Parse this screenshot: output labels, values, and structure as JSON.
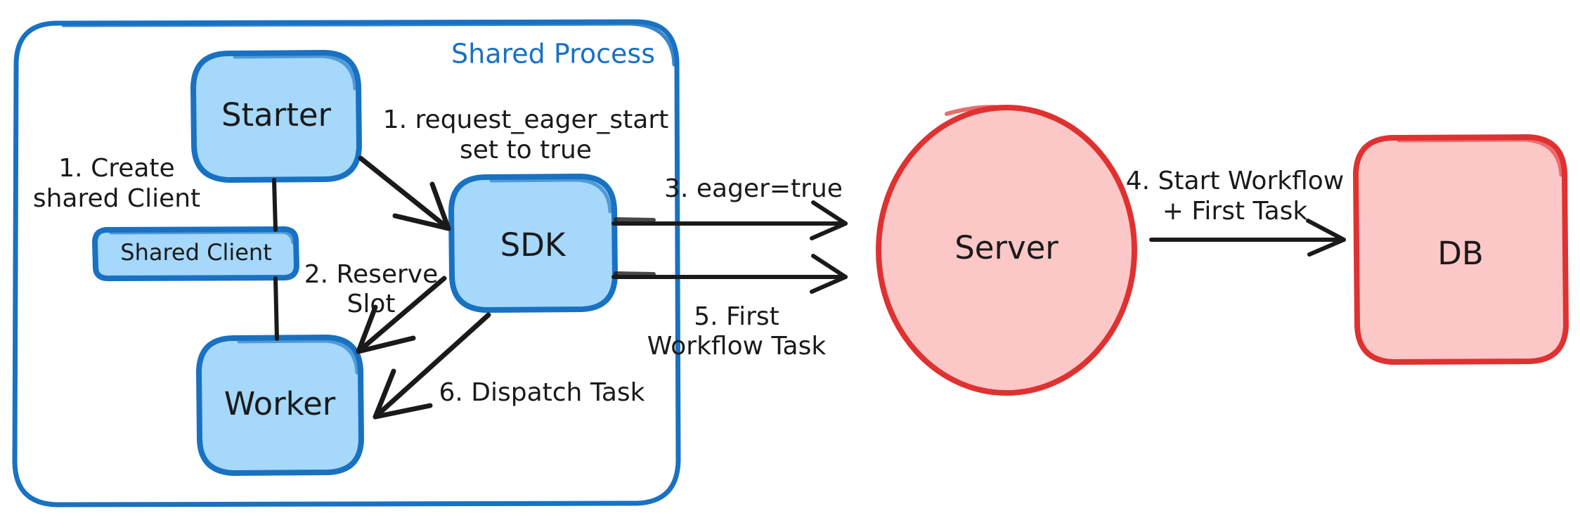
{
  "diagram": {
    "title": "Eager Workflow Start sequence",
    "background": "#ffffff",
    "colors": {
      "blue_stroke": "#1971c2",
      "blue_fill": "#a5d8fa",
      "red_stroke": "#e03131",
      "red_fill": "#fcc7c7",
      "ink": "#1a1a1a"
    },
    "groups": [
      {
        "id": "shared-process",
        "label": "Shared Process",
        "label_color": "#1971c2"
      }
    ],
    "nodes": [
      {
        "id": "starter",
        "label": "Starter",
        "shape": "rounded-rect",
        "style": "blue"
      },
      {
        "id": "shared-client",
        "label": "Shared Client",
        "shape": "rounded-rect",
        "style": "blue"
      },
      {
        "id": "worker",
        "label": "Worker",
        "shape": "rounded-rect",
        "style": "blue"
      },
      {
        "id": "sdk",
        "label": "SDK",
        "shape": "rounded-rect",
        "style": "blue"
      },
      {
        "id": "server",
        "label": "Server",
        "shape": "ellipse",
        "style": "red"
      },
      {
        "id": "db",
        "label": "DB",
        "shape": "rounded-rect",
        "style": "red"
      }
    ],
    "edges": [
      {
        "id": "e1",
        "from": "starter",
        "to": "sdk",
        "label_lines": [
          "1. request_eager_start",
          "set to true"
        ],
        "arrow": true
      },
      {
        "id": "e2",
        "from": "sdk",
        "to": "worker",
        "label_lines": [
          "2. Reserve",
          "Slot"
        ],
        "arrow": true
      },
      {
        "id": "e3",
        "from": "sdk",
        "to": "server",
        "label_lines": [
          "3. eager=true"
        ],
        "arrow": true
      },
      {
        "id": "e4",
        "from": "server",
        "to": "db",
        "label_lines": [
          "4. Start Workflow",
          "+ First Task"
        ],
        "arrow": true
      },
      {
        "id": "e5",
        "from": "sdk",
        "to": "server",
        "label_lines": [
          "5. First",
          "Workflow Task"
        ],
        "arrow": true
      },
      {
        "id": "e6",
        "from": "sdk",
        "to": "worker",
        "label_lines": [
          "6. Dispatch Task"
        ],
        "arrow": true
      },
      {
        "id": "e7",
        "from": "starter",
        "to": "shared-client",
        "label_lines": [
          "1. Create",
          "shared Client"
        ],
        "arrow": false
      },
      {
        "id": "e8",
        "from": "shared-client",
        "to": "worker",
        "label_lines": [],
        "arrow": false
      }
    ],
    "labels": {
      "shared_process": "Shared Process",
      "starter": "Starter",
      "shared_client": "Shared Client",
      "worker": "Worker",
      "sdk": "SDK",
      "server": "Server",
      "db": "DB",
      "step1_create_l1": "1. Create",
      "step1_create_l2": "shared Client",
      "step1_eager_l1": "1. request_eager_start",
      "step1_eager_l2": "set to true",
      "step2_l1": "2. Reserve",
      "step2_l2": "Slot",
      "step3_l1": "3. eager=true",
      "step4_l1": "4. Start Workflow",
      "step4_l2": "+ First Task",
      "step5_l1": "5. First",
      "step5_l2": "Workflow Task",
      "step6_l1": "6. Dispatch Task"
    }
  }
}
